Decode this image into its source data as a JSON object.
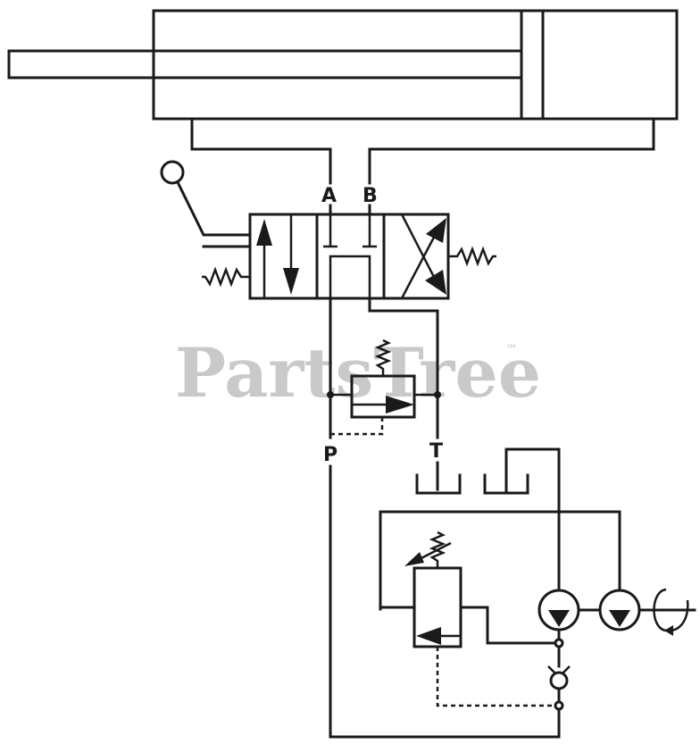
{
  "labels": {
    "port_a": "A",
    "port_b": "B",
    "port_p": "P",
    "port_t": "T"
  },
  "watermark": {
    "text": "PartsTree",
    "trademark": "™",
    "color": "#c9c9c9"
  },
  "colors": {
    "line": "#1a1a1a",
    "background": "#ffffff"
  }
}
